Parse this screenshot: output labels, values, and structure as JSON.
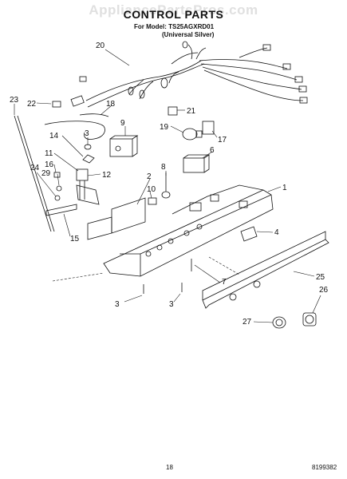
{
  "watermark": "AppliancePartsPros.com",
  "title": "CONTROL PARTS",
  "model_line": "For Model: TS25AGXRD01",
  "variant_line": "(Universal Silver)",
  "part_labels": [
    "20",
    "18",
    "22",
    "23",
    "21",
    "9",
    "3",
    "14",
    "19",
    "17",
    "6",
    "11",
    "16",
    "12",
    "8",
    "1",
    "29",
    "24",
    "2",
    "10",
    "15",
    "4",
    "7",
    "25",
    "3",
    "3",
    "26",
    "27"
  ],
  "page_number": "18",
  "document_number": "8199382"
}
